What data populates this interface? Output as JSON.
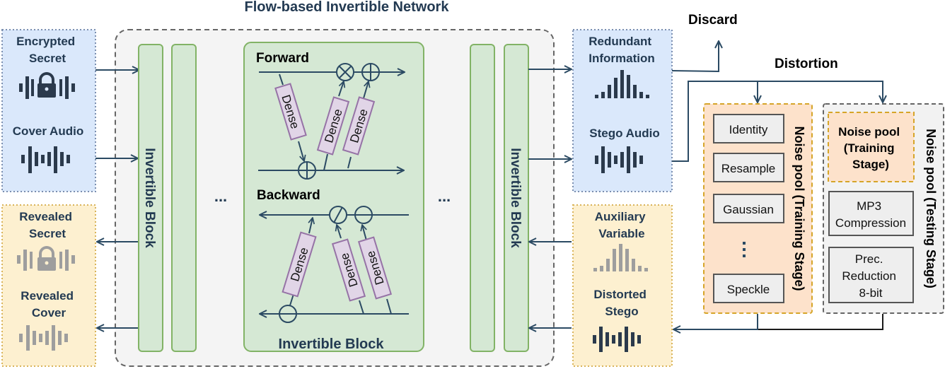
{
  "title": "Flow-based Invertible Network",
  "inputs": {
    "encrypted_secret": [
      "Encrypted",
      "Secret"
    ],
    "cover_audio": "Cover Audio"
  },
  "outputs_reveal": {
    "revealed_secret": [
      "Revealed",
      "Secret"
    ],
    "revealed_cover": [
      "Revealed",
      "Cover"
    ]
  },
  "invertible_block_label": "Invertible Block",
  "ellipsis": "...",
  "block_detail": {
    "forward": "Forward",
    "backward": "Backward",
    "dense": "Dense",
    "footer": "Invertible Block"
  },
  "right_outputs": {
    "redundant": [
      "Redundant",
      "Information"
    ],
    "stego_audio": "Stego Audio",
    "auxiliary": [
      "Auxiliary",
      "Variable"
    ],
    "distorted_stego": [
      "Distorted",
      "Stego"
    ]
  },
  "discard": "Discard",
  "distortion": "Distortion",
  "training_pool": {
    "title": "Noise pool (Training Stage)",
    "items": [
      "Identity",
      "Resample",
      "Gaussian",
      "Speckle"
    ],
    "vdots": "⋮"
  },
  "testing_pool": {
    "title": "Noise pool (Testing Stage)",
    "inner_training": [
      "Noise pool",
      "(Training",
      "Stage)"
    ],
    "items": [
      [
        "MP3",
        "Compression"
      ],
      [
        "Prec.",
        "Reduction",
        "8-bit"
      ]
    ]
  },
  "colors": {
    "dark_text": "#233a52",
    "blue_fill": "#dae8fb",
    "yellow_fill": "#fdf0d0",
    "green_fill": "#d5e8d4",
    "green_stroke": "#82b366",
    "purple_fill": "#e1d5e7",
    "purple_stroke": "#9673a6",
    "orange_fill": "#fde2cb",
    "orange_stroke": "#d6a529",
    "gray_icon": "#9e9e9e"
  }
}
